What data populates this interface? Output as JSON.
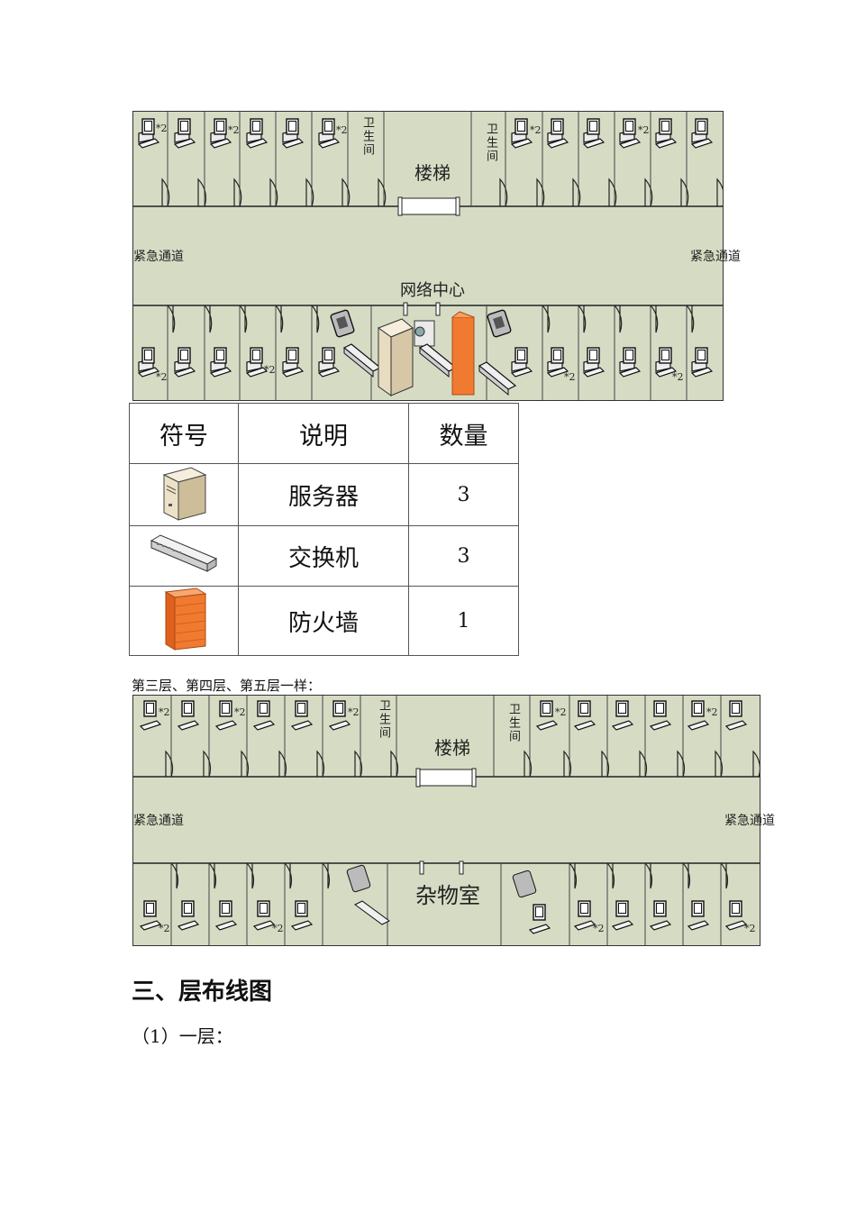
{
  "floor2": {
    "stairs": "楼梯",
    "restroom": "卫生间",
    "emergency_left": "紧急通道",
    "emergency_right": "紧急通道",
    "center_room": "网络中心",
    "pc_count_label": "*2"
  },
  "legend": {
    "headers": [
      "符号",
      "说明",
      "数量"
    ],
    "rows": [
      {
        "icon": "server-icon",
        "name": "服务器",
        "qty": "3"
      },
      {
        "icon": "switch-icon",
        "name": "交换机",
        "qty": "3"
      },
      {
        "icon": "firewall-icon",
        "name": "防火墙",
        "qty": "1"
      }
    ]
  },
  "caption": "第三层、第四层、第五层一样：",
  "floor3": {
    "stairs": "楼梯",
    "restroom": "卫生间",
    "emergency_left": "紧急通道",
    "emergency_right": "紧急通道",
    "center_room": "杂物室",
    "pc_count_label": "*2"
  },
  "section_heading": "三、层布线图",
  "sub_heading": "（1）一层："
}
